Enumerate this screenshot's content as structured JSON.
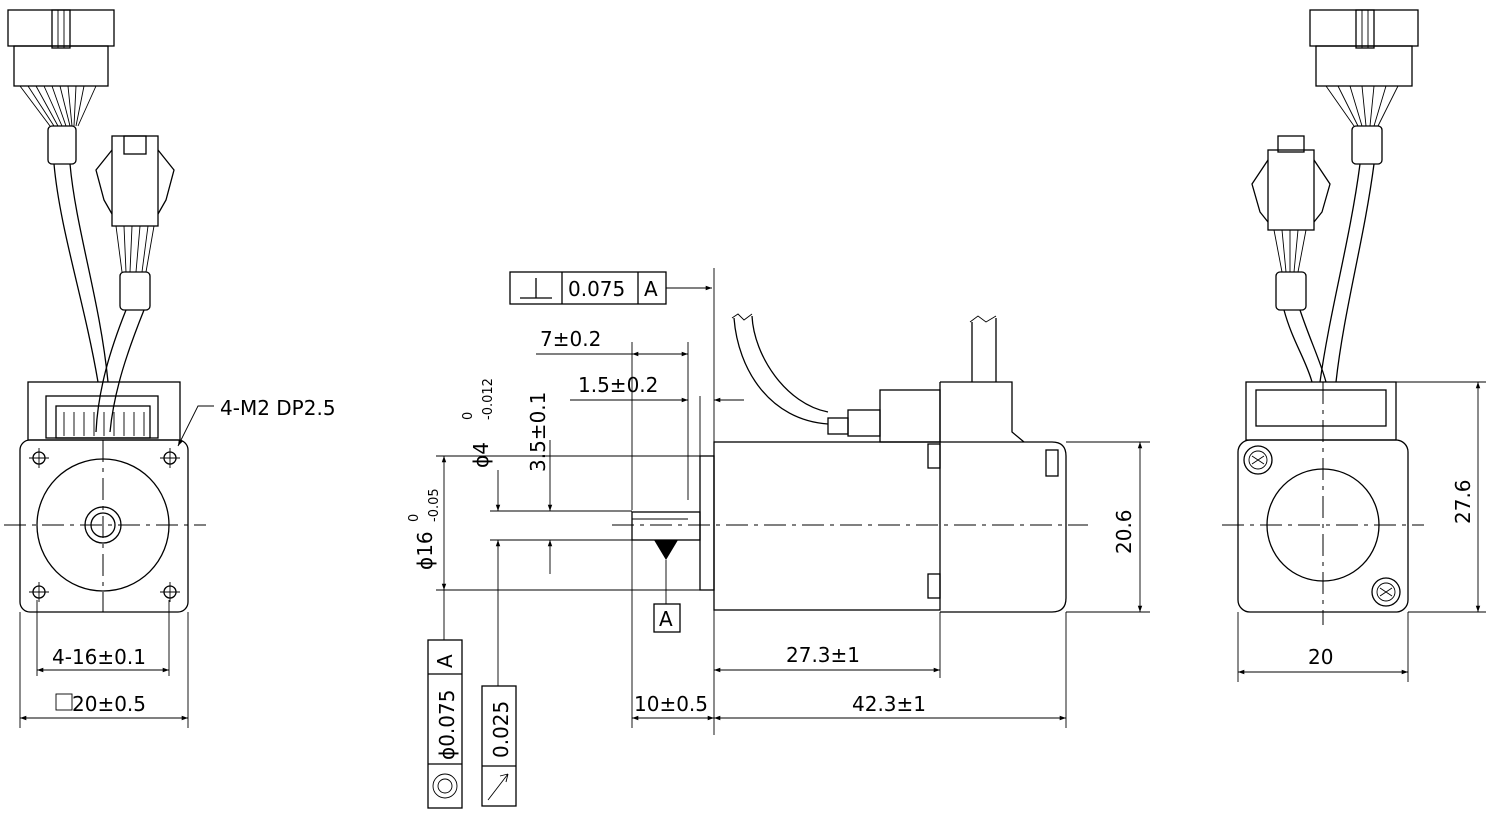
{
  "drawing": {
    "front_view": {
      "thread_callout": "4-M2 DP2.5",
      "hole_pitch": "4-16±0.1",
      "frame_size": "20±0.5"
    },
    "side_view": {
      "perpendicularity": {
        "symbol": "⊥",
        "tolerance": "0.075",
        "datum": "A"
      },
      "shaft_length": "7±0.2",
      "pilot_height": "1.5±0.2",
      "flat_depth": "3.5±0.1",
      "shaft_diameter": {
        "prefix": "ϕ4",
        "upper": "0",
        "lower": "-0.012"
      },
      "pilot_diameter": {
        "prefix": "ϕ16",
        "upper": "0",
        "lower": "-0.05"
      },
      "datum_label": "A",
      "concentricity": {
        "tolerance": "ϕ0.075",
        "datum": "A"
      },
      "runout": {
        "tolerance": "0.025"
      },
      "body_length": "27.3±1",
      "flange_to_shaft": "10±0.5",
      "overall_length": "42.3±1",
      "body_height": "20.6"
    },
    "rear_view": {
      "width": "20",
      "height": "27.6"
    }
  }
}
